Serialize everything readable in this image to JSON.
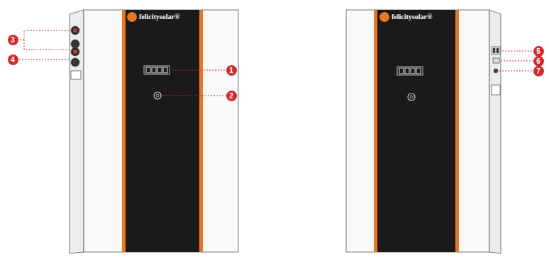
{
  "diagram": {
    "labels": [
      "felicitysolar®",
      "1",
      "2",
      "3",
      "4",
      "felicitysolar®",
      "5",
      "6",
      "7"
    ]
  }
}
